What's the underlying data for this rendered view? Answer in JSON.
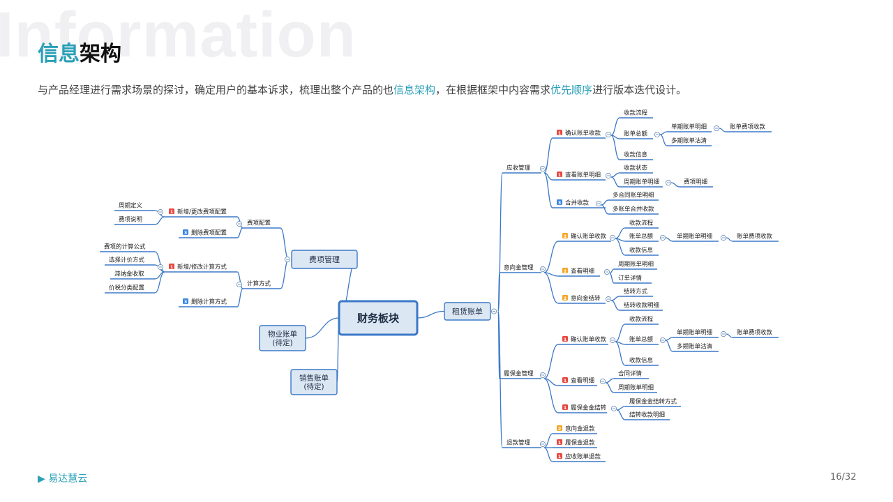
{
  "background_word": "Information",
  "title": {
    "accent": "信息",
    "rest": "架构"
  },
  "subtitle": {
    "part1": "与产品经理进行需求场景的探讨，确定用户的基本诉求，梳理出整个产品的也",
    "highlight1": "信息架构",
    "part2": "，在根据框架中内容需求",
    "highlight2": "优先顺序",
    "part3": "进行版本迭代设计。"
  },
  "footer": {
    "brand": "易达慧云",
    "page": "16/32"
  },
  "colors": {
    "accent": "#2aa0b8",
    "line": "#3c78c8",
    "box_fill": "#dce7f4",
    "badge_red": "#e8473f",
    "badge_orange": "#f5a623",
    "badge_blue": "#3a86e6"
  },
  "mindmap": {
    "root": "财务板块",
    "left_branches": [
      {
        "id": "fee",
        "label": "费项管理"
      },
      {
        "id": "property",
        "label": "物业账单\n(待定)"
      },
      {
        "id": "sales",
        "label": "销售账单\n(待定)"
      }
    ],
    "right_branch": "租赁账单",
    "nodes": [
      {
        "id": "fee_cfg",
        "label": "费项配置"
      },
      {
        "id": "fee_add",
        "label": "新增/更改费项配置",
        "badge": "1",
        "badge_color": "red"
      },
      {
        "id": "fee_def",
        "label": "周期定义"
      },
      {
        "id": "fee_desc",
        "label": "费项说明"
      },
      {
        "id": "fee_del",
        "label": "删除费项配置",
        "badge": "3",
        "badge_color": "blue"
      },
      {
        "id": "calc",
        "label": "计算方式"
      },
      {
        "id": "calc_add",
        "label": "新增/修改计算方式",
        "badge": "1",
        "badge_color": "red"
      },
      {
        "id": "calc_f",
        "label": "费项的计算公式"
      },
      {
        "id": "calc_sel",
        "label": "选择计价方式"
      },
      {
        "id": "calc_late",
        "label": "滞纳金收取"
      },
      {
        "id": "calc_tax",
        "label": "价税分类配置"
      },
      {
        "id": "calc_del",
        "label": "删除计算方式",
        "badge": "3",
        "badge_color": "blue"
      },
      {
        "id": "ar",
        "label": "应收管理"
      },
      {
        "id": "ar_confirm",
        "label": "确认账单收款",
        "badge": "1",
        "badge_color": "red"
      },
      {
        "id": "ar_flow",
        "label": "收款流程"
      },
      {
        "id": "ar_total",
        "label": "账单总额"
      },
      {
        "id": "ar_single",
        "label": "单期账单明细"
      },
      {
        "id": "ar_fee",
        "label": "账单费项收款"
      },
      {
        "id": "ar_multi",
        "label": "多期账单沽清"
      },
      {
        "id": "ar_info",
        "label": "收款信息"
      },
      {
        "id": "ar_view",
        "label": "查看账单明细",
        "badge": "1",
        "badge_color": "red"
      },
      {
        "id": "ar_status",
        "label": "收款状态"
      },
      {
        "id": "ar_period",
        "label": "周期账单明细"
      },
      {
        "id": "ar_fee_detail",
        "label": "费项明细"
      },
      {
        "id": "ar_merge",
        "label": "合并收款",
        "badge": "3",
        "badge_color": "blue"
      },
      {
        "id": "ar_multi_contract",
        "label": "多合同账单明细"
      },
      {
        "id": "ar_multi_merge",
        "label": "多账单合并收款"
      },
      {
        "id": "im",
        "label": "意向金管理"
      },
      {
        "id": "im_confirm",
        "label": "确认账单收款",
        "badge": "2",
        "badge_color": "orange"
      },
      {
        "id": "im_flow",
        "label": "收款流程"
      },
      {
        "id": "im_total",
        "label": "账单总额"
      },
      {
        "id": "im_single",
        "label": "单期账单明细"
      },
      {
        "id": "im_fee",
        "label": "账单费项收款"
      },
      {
        "id": "im_info",
        "label": "收款信息"
      },
      {
        "id": "im_view",
        "label": "查看明细",
        "badge": "2",
        "badge_color": "orange"
      },
      {
        "id": "im_period",
        "label": "周期账单明细"
      },
      {
        "id": "im_order",
        "label": "订单详情"
      },
      {
        "id": "im_settle",
        "label": "意向金结转",
        "badge": "2",
        "badge_color": "orange"
      },
      {
        "id": "im_method",
        "label": "结转方式"
      },
      {
        "id": "im_detail",
        "label": "结转收款明细"
      },
      {
        "id": "pm",
        "label": "履保金管理"
      },
      {
        "id": "pm_confirm",
        "label": "确认账单收款",
        "badge": "1",
        "badge_color": "red"
      },
      {
        "id": "pm_flow",
        "label": "收款流程"
      },
      {
        "id": "pm_total",
        "label": "账单总额"
      },
      {
        "id": "pm_single",
        "label": "单期账单明细"
      },
      {
        "id": "pm_fee",
        "label": "账单费项收款"
      },
      {
        "id": "pm_multi",
        "label": "多期账单沽清"
      },
      {
        "id": "pm_info",
        "label": "收款信息"
      },
      {
        "id": "pm_view",
        "label": "查看明细",
        "badge": "1",
        "badge_color": "red"
      },
      {
        "id": "pm_contract",
        "label": "合同详情"
      },
      {
        "id": "pm_period",
        "label": "周期账单明细"
      },
      {
        "id": "pm_settle",
        "label": "履保金金结转",
        "badge": "1",
        "badge_color": "red"
      },
      {
        "id": "pm_method",
        "label": "履保金金结转方式"
      },
      {
        "id": "pm_detail",
        "label": "结转收款明细"
      },
      {
        "id": "rf",
        "label": "退款管理"
      },
      {
        "id": "rf_intent",
        "label": "意向金退款",
        "badge": "2",
        "badge_color": "orange"
      },
      {
        "id": "rf_perf",
        "label": "履保金退款",
        "badge": "1",
        "badge_color": "red"
      },
      {
        "id": "rf_ar",
        "label": "应收账单退款",
        "badge": "1",
        "badge_color": "red"
      }
    ]
  }
}
